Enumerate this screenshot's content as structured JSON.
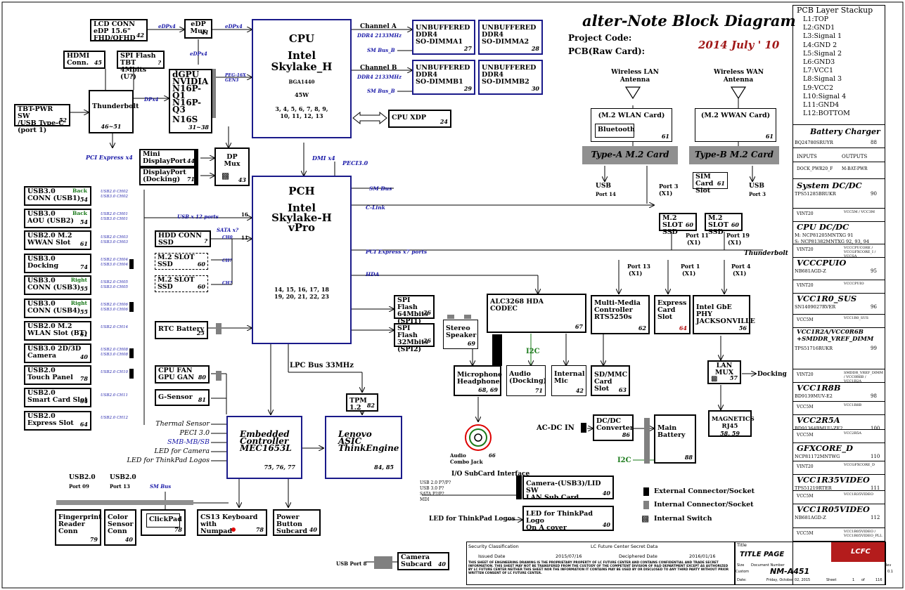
{
  "title": "alter-Note Block Diagram",
  "project_code_label": "Project Code:",
  "pcb_label": "PCB(Raw Card):",
  "date": "2014 July ' 10",
  "cpu": {
    "title": "CPU",
    "name": "Intel",
    "model": "Skylake_H",
    "pkg": "BGA1440",
    "tdp": "45W",
    "pages": "3, 4, 5, 6, 7, 8, 9,",
    "pages2": "10, 11, 12, 13"
  },
  "pch": {
    "title": "PCH",
    "name": "Intel",
    "model": "Skylake-H",
    "sub": "vPro",
    "pages": "14, 15, 16, 17, 18",
    "pages2": "19, 20, 21, 22, 23"
  },
  "lcd": {
    "l1": "LCD CONN",
    "l2": "eDP  15.6\"",
    "l3": "FHD/QFHD",
    "num": "42"
  },
  "edp_mux": {
    "l1": "eDP",
    "l2": "Mux",
    "num": "41"
  },
  "hdmi": {
    "label": "HDMI Conn.",
    "num": "45"
  },
  "spi_tbt": {
    "l1": "SPI Flash TBT",
    "l2": "4Mbits (U?)",
    "num": "?"
  },
  "dgpu": {
    "l1": "dGPU",
    "l2": "NVIDIA",
    "l3": "N16P-Q1",
    "l4": "N16P-Q3",
    "l5": "N16S",
    "num": "31~38"
  },
  "thunderbolt": {
    "label": "Thunderbolt",
    "num": "46~51"
  },
  "tbt_pwr": {
    "l1": "TBT-PWR SW",
    "l2": "/USB Type-C",
    "l3": "(port 1)",
    "num": "52"
  },
  "mini_dp": {
    "label": "Mini DisplayPort",
    "num": "44"
  },
  "dp_dock": {
    "l1": "DisplayPort",
    "l2": "(Docking)",
    "num": "71"
  },
  "dp_mux": {
    "label": "DP Mux",
    "num": "43"
  },
  "dimm_a1": {
    "l1": "UNBUFFERED",
    "l2": "DDR4",
    "l3": "SO-DIMMA1",
    "num": "27"
  },
  "dimm_a2": {
    "l1": "UNBUFFERED",
    "l2": "DDR4",
    "l3": "SO-DIMMA2",
    "num": "28"
  },
  "dimm_b1": {
    "l1": "UNBUFFERED",
    "l2": "DDR4",
    "l3": "SO-DIMMB1",
    "num": "29"
  },
  "dimm_b2": {
    "l1": "UNBUFFERED",
    "l2": "DDR4",
    "l3": "SO-DIMMB2",
    "num": "30"
  },
  "cpu_xdp": {
    "label": "CPU XDP",
    "num": "24"
  },
  "left_usb": [
    {
      "l1": "USB3.0",
      "l2": "CONN (USB1)",
      "num": "54",
      "tag": "Back"
    },
    {
      "l1": "USB3.0",
      "l2": "AOU (USB2)",
      "num": "54",
      "tag": "Back"
    },
    {
      "l1": "USB2.0 M.2",
      "l2": "WWAN  Slot",
      "num": "61",
      "tag": ""
    },
    {
      "l1": "USB3.0",
      "l2": "Docking",
      "num": "74",
      "tag": ""
    },
    {
      "l1": "USB3.0",
      "l2": "CONN (USB3)",
      "num": "55",
      "tag": "Right"
    },
    {
      "l1": "USB3.0",
      "l2": "CONN (USB4)",
      "num": "55",
      "tag": "Right"
    },
    {
      "l1": "USB2.0 M.2",
      "l2": "WLAN Slot (BT)",
      "num": "61",
      "tag": ""
    },
    {
      "l1": "USB3.0 2D/3D",
      "l2": "Camera",
      "num": "40",
      "tag": ""
    },
    {
      "l1": "USB2.0",
      "l2": "Touch Panel",
      "num": "78",
      "tag": ""
    },
    {
      "l1": "USB2.0",
      "l2": "Smart Card Slot",
      "num": "64",
      "tag": ""
    },
    {
      "l1": "USB2.0",
      "l2": "Express Slot",
      "num": "64",
      "tag": ""
    }
  ],
  "usb_ch": [
    "USB2.0 CH02",
    "USB3.0 CH02",
    "USB2.0 CH01",
    "USB3.0 CH01",
    "USB2.0 CH03",
    "USB3.0 CH03",
    "USB2.0 CH04",
    "USB3.0 CH04",
    "USB2.0 CH05",
    "USB3.0 CH05",
    "USB2.0 CH06",
    "USB3.0 CH06",
    "USB2.0 CH14",
    "USB2.0 CH08",
    "USB3.0 CH08",
    "USB2.0 CH10",
    "USB2.0 CH11",
    "USB2.0 CH12"
  ],
  "usb_ports": "USB x 12 ports",
  "usb_ports_n": "16",
  "hdd": {
    "l1": "HDD CONN",
    "l2": "SSD",
    "num": "?"
  },
  "m2_ssd1": {
    "l1": "M.2 SLOT",
    "l2": "SSD",
    "num": "60"
  },
  "m2_ssd2": {
    "l1": "M.2 SLOT",
    "l2": "SSD",
    "num": "60"
  },
  "sata": "SATA x?",
  "ch0": "CH0",
  "ch_q": "CH?",
  "sata_n": "11",
  "rtc": {
    "label": "RTC Battery",
    "num": "25"
  },
  "cpu_fan": {
    "l1": "CPU FAN",
    "l2": "GPU GAN",
    "num": "80"
  },
  "gsensor": {
    "label": "G-Sensor",
    "num": "81"
  },
  "ec": {
    "l1": "Embedded",
    "l2": "Controller",
    "l3": "MEC1653L",
    "num": "75, 76, 77"
  },
  "asic": {
    "l1": "Lenovo",
    "l2": "ASIC",
    "l3": "ThinkEngine",
    "num": "84, 85"
  },
  "tpm": {
    "label": "TPM 1.2",
    "num": "82"
  },
  "lpc": "LPC Bus 33MHz",
  "ec_side": [
    "Thermal Sensor",
    "PECI 3.0",
    "SMB-MB/SB",
    "LED for Camera",
    "LED for ThinkPad Logos"
  ],
  "spi64": {
    "l1": "SPI Flash",
    "l2": "64Mbits",
    "l3": "(SPI1)",
    "num": "26"
  },
  "spi32": {
    "l1": "SPI Flash",
    "l2": "32Mbits",
    "l3": "(SPI2)",
    "num": "26"
  },
  "codec": {
    "l1": "ALC3268  HDA",
    "l2": "CODEC",
    "num": "67"
  },
  "stereo": {
    "l1": "Stereo",
    "l2": "Speaker",
    "num": "69"
  },
  "mic": {
    "l1": "Microphone",
    "l2": "Headphone",
    "num": "68, 69"
  },
  "audio_dock": {
    "l1": "Audio",
    "l2": "(Docking)",
    "num": "71"
  },
  "int_mic": {
    "l1": "Internal",
    "l2": "Mic",
    "num": "42"
  },
  "combo": {
    "l1": "Audio",
    "l2": "Combo Jack",
    "num": "66"
  },
  "sd": {
    "l1": "SD/MMC",
    "l2": "Card Slot",
    "num": "63"
  },
  "mmc": {
    "l1": "Multi-Media",
    "l2": "Controller",
    "l3": "RTS5250s",
    "num": "62"
  },
  "express": {
    "l1": "Express",
    "l2": "Card Slot",
    "num": "64"
  },
  "gbe": {
    "l1": "Intel GbE PHY",
    "l2": "JACKSONVILLE",
    "num": "56"
  },
  "lan_mux": {
    "l1": "LAN",
    "l2": "MUX",
    "num": "57"
  },
  "magnetics": {
    "l1": "MAGNETICS",
    "l2": "RJ45",
    "num": "58, 59"
  },
  "docking": "Docking",
  "dcdc": {
    "l1": "DC/DC",
    "l2": "Converter",
    "num": "86"
  },
  "main_bat": {
    "l1": "Main",
    "l2": "Battery",
    "num": "88"
  },
  "acdc": "AC-DC IN",
  "i2c": "I2C",
  "wlan_ant": {
    "l1": "Wireless LAN",
    "l2": "Antenna"
  },
  "wwan_ant": {
    "l1": "Wireless WAN",
    "l2": "Antenna"
  },
  "m2_wlan": {
    "label": "(M.2 WLAN Card)",
    "num": "61"
  },
  "bluetooth": "Bluetooth",
  "m2_wwan": {
    "label": "(M.2 WWAN Card)",
    "num": "61"
  },
  "type_a": "Type-A M.2 Card",
  "type_b": "Type-B M.2 Card",
  "sim": {
    "l1": "SIM Card",
    "l2": "Slot",
    "num": "61"
  },
  "usb_p14": {
    "l1": "USB",
    "l2": "Port 14"
  },
  "port3_x1": {
    "l1": "Port 3",
    "l2": "(X1)"
  },
  "usb_p3": {
    "l1": "USB",
    "l2": "Port 3"
  },
  "m2slot_a": {
    "l1": "M.2 SLOT",
    "l2": "SSD",
    "num": "60"
  },
  "m2slot_b": {
    "l1": "M.2 SLOT",
    "l2": "SSD",
    "num": "60"
  },
  "port11": {
    "l1": "Port 11",
    "l2": "(X1)"
  },
  "port19": {
    "l1": "Port 19",
    "l2": "(X1)"
  },
  "thunderbolt_lbl": "Thunderbolt",
  "port13": {
    "l1": "Port 13",
    "l2": "(X1)"
  },
  "port1": {
    "l1": "Port 1",
    "l2": "(X1)"
  },
  "port4": {
    "l1": "Port 4",
    "l2": "(X1)"
  },
  "pcie_x7": "PCI Express x7 ports",
  "pcie_x4": "PCI Express x4",
  "clink": "C-Link",
  "smbus": "SM Bus",
  "hda": "HDA",
  "dmi": "DMI x4",
  "peci": "PECI3.0",
  "edpx4_a": "eDPx4",
  "edpx4_b": "eDPx4",
  "edpx4_c": "eDPx4",
  "dpx4": "DPx4",
  "peg": "PEG-16X GEN3",
  "chan_a": "Channel A",
  "chan_b": "Channel B",
  "ddr_a": "DDR4 2133MHz",
  "ddr_b": "DDR4 2133MHz",
  "smbus_b": "SM Bus_B",
  "subcard_if": "I/O SubCard Interface",
  "subcard_usb": [
    "USB 2.0 P7/P?",
    "USB 3.0 P?",
    "SATA P?/P?",
    "MDI"
  ],
  "camera_lid": {
    "l1": "Camera-(USB3)/LID SW",
    "l2": "LAN Sub Card",
    "num": "40"
  },
  "led_logo": {
    "l1": "LED for ThinkPad Logo",
    "l2": "On A cover",
    "num": "40"
  },
  "led_logos_lbl": "LED for ThinkPad Logos",
  "camera_sub": {
    "l1": "Camera",
    "l2": "Subcard",
    "num": "40"
  },
  "usb_p8": "USB Port 8",
  "bottom": {
    "usb09": {
      "l1": "USB2.0",
      "l2": "Port 09"
    },
    "usb13": {
      "l1": "USB2.0",
      "l2": "Port 13"
    },
    "smbus": "SM Bus",
    "fingerprint": {
      "l1": "Fingerprint",
      "l2": "Reader",
      "l3": "Conn",
      "num": "79"
    },
    "color": {
      "l1": "Color",
      "l2": "Sensor",
      "l3": "Conn",
      "num": "40"
    },
    "clickpad": {
      "label": "ClickPad",
      "num": "78"
    },
    "kb": {
      "l1": "CS13 Keyboard with",
      "l2": "Numpad",
      "num": "78"
    },
    "power": {
      "l1": "Power Button",
      "l2": "Subcard",
      "num": "40"
    }
  },
  "legend": [
    "External Connector/Socket",
    "Internal Connector/Socket",
    "Internal Switch"
  ],
  "stackup": {
    "title": "PCB Layer Stackup",
    "layers": [
      "L1:TOP",
      "L2:GND1",
      "L3:Signal 1",
      "L4:GND 2",
      "L5:Signal 2",
      "L6:GND3",
      "L7:VCC1",
      "L8:Signal 3",
      "L9:VCC2",
      "L10:Signal 4",
      "L11:GND4",
      "L12:BOTTOM"
    ]
  },
  "power": {
    "charger": {
      "title": "Battery Charger",
      "part": "BQ24780SRUYR",
      "num": "88",
      "in_h": "INPUTS",
      "out_h": "OUTPUTS",
      "in": "DOCK_PWR20_F",
      "out": "M-BAT-PWR"
    },
    "rails": [
      {
        "title": "System DC/DC",
        "part": "TPS51285BRUKR",
        "num": "90",
        "in": "VINT20",
        "out": "VCC5M / VCC3M"
      },
      {
        "title": "CPU DC/DC",
        "part": "M:  NCP81205MNTXG  91",
        "part2": "S:  NCP81382MNTXG  92, 93, 94",
        "num": "",
        "in": "VINT20",
        "out": "VCCCPUCORE / VCCGFXCORE_I / VCCSA"
      },
      {
        "title": "VCCCPUIO",
        "part": "NB681AGD-Z",
        "num": "95",
        "in": "VINT20",
        "out": "VCCCPUIO"
      },
      {
        "title": "VCC1R0_SUS",
        "part": "SN1409027RVER",
        "num": "96",
        "in": "VCC5M",
        "out": "VCC1R0_SUS"
      },
      {
        "title": "VCC1R2A/VCC0R6B +SMDDR_VREF_DIMM",
        "part": "TPS51716RUKR",
        "num": "99",
        "in": "VINT20",
        "out": "SMDDR_VREF_DIMM / VCC0R6B / VCC1R2A"
      },
      {
        "title": "VCC1R8B",
        "part": "BD9139MUV-E2",
        "num": "98",
        "in": "VCC5M",
        "out": "VCC1R8B"
      },
      {
        "title": "VCC2R5A",
        "part": "BD91364BMUU-ZE2",
        "num": "100",
        "in": "VCC5M",
        "out": "VCC2R5A"
      },
      {
        "title": "GFXCORE_D",
        "part": "NCP81172MNTWG",
        "num": "110",
        "in": "VINT20",
        "out": "VCCGFXCORE_D"
      },
      {
        "title": "VCC1R35VIDEO",
        "part": "TPS51219RTER",
        "num": "111",
        "in": "VCC5M",
        "out": "VCC1R35VIDEO"
      },
      {
        "title": "VCC1R05VIDEO",
        "part": "NB681AGD-Z",
        "num": "112",
        "in": "VCC5M",
        "out": "VCC1R05VIDEO / VCC1R05VIDEO_PLL"
      }
    ]
  },
  "titleblock": {
    "sec": "Security Classification",
    "secret": "LC Future Center Secret Data",
    "issued_h": "Issued Date",
    "issued": "2015/07/16",
    "decl_h": "Deciphered Date",
    "decl": "2016/01/16",
    "notice": "THIS SHEET OF ENGINEERING DRAWING IS THE PROPRIETARY PROPERTY OF LC FUTURE CENTER AND CONTAINS CONFIDENTIAL AND TRADE SECRET INFORMATION. THIS SHEET MAY NOT BE TRANSFERED FROM THE CUSTODY OF THE COMPETENT DIVISION OF R&D DEPARTMENT EXCEPT AS AUTHORIZED BY LC FUTURE CENTER NEITHER THIS SHEET NOR THE INFORMATION IT CONTAINS MAY BE USED BY OR DISCLOSED TO ANY THIRD PARTY WITHOUT PRIOR WRITTEN CONSENT OF LC FUTURE CENTER.",
    "title_h": "Title",
    "title": "TITLE PAGE",
    "size_h": "Size",
    "doc_h": "Document Number",
    "rev_h": "Rev",
    "rev": "0.1",
    "custom": "Custom",
    "doc": "NM-A451",
    "date_h": "Date:",
    "date": "Friday, October 02, 2015",
    "sheet_h": "Sheet",
    "sheet": "1",
    "of": "of",
    "total": "116",
    "logo": "LCFC"
  }
}
